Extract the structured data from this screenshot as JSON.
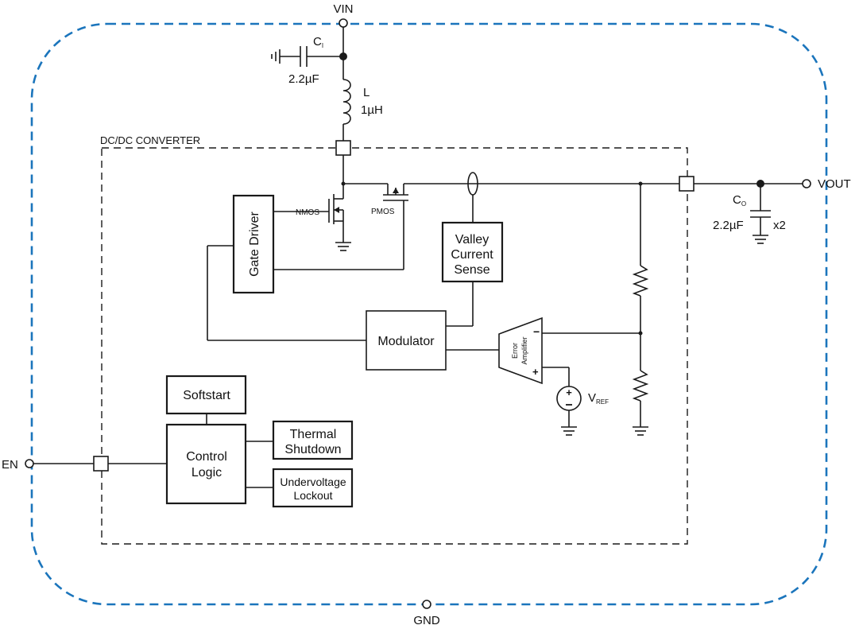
{
  "pins": {
    "vin": "VIN",
    "vout": "VOUT",
    "en": "EN",
    "gnd": "GND"
  },
  "components": {
    "ci_name": "C",
    "ci_sub": "I",
    "ci_value": "2.2µF",
    "l_name": "L",
    "l_value": "1µH",
    "co_name": "C",
    "co_sub": "O",
    "co_value": "2.2µF",
    "co_count": "x2",
    "nmos": "NMOS",
    "pmos": "PMOS",
    "vref_name": "V",
    "vref_sub": "REF"
  },
  "blocks": {
    "dcdc_label": "DC/DC CONVERTER",
    "gate_driver": "Gate Driver",
    "valley_line1": "Valley",
    "valley_line2": "Current",
    "valley_line3": "Sense",
    "modulator": "Modulator",
    "error_amp_line1": "Error",
    "error_amp_line2": "Amplifier",
    "softstart": "Softstart",
    "control_line1": "Control",
    "control_line2": "Logic",
    "thermal_line1": "Thermal",
    "thermal_line2": "Shutdown",
    "uvlo_line1": "Undervoltage",
    "uvlo_line2": "Lockout"
  },
  "colors": {
    "boundary": "#1b75bc",
    "ink": "#1a1a1a"
  }
}
